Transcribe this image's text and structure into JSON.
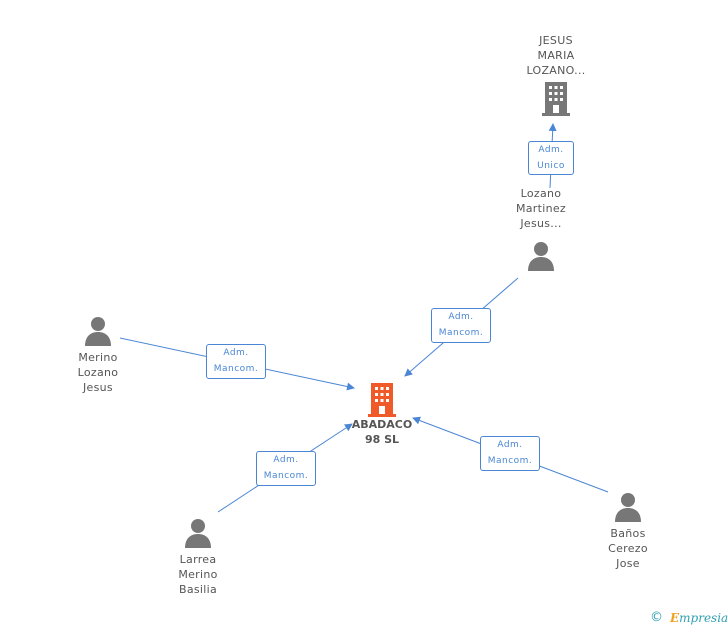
{
  "center": {
    "name_line1": "ABADACO",
    "name_line2": "98 SL"
  },
  "top_company": {
    "line1": "JESUS",
    "line2": "MARIA",
    "line3": "LOZANO..."
  },
  "people": {
    "lozano": {
      "line1": "Lozano",
      "line2": "Martinez",
      "line3": "Jesus..."
    },
    "merino": {
      "line1": "Merino",
      "line2": "Lozano",
      "line3": "Jesus"
    },
    "larrea": {
      "line1": "Larrea",
      "line2": "Merino",
      "line3": "Basilia"
    },
    "banos": {
      "line1": "Baños",
      "line2": "Cerezo",
      "line3": "Jose"
    }
  },
  "relations": {
    "lozano_top": {
      "line1": "Adm.",
      "line2": "Unico"
    },
    "lozano_center": {
      "line1": "Adm.",
      "line2": "Mancom."
    },
    "merino_center": {
      "line1": "Adm.",
      "line2": "Mancom."
    },
    "larrea_center": {
      "line1": "Adm.",
      "line2": "Mancom."
    },
    "banos_center": {
      "line1": "Adm.",
      "line2": "Mancom."
    }
  },
  "footer": {
    "copyright": "©",
    "brand_initial": "E",
    "brand_rest": "mpresia"
  },
  "colors": {
    "center_icon": "#f05a28",
    "company_icon": "#777777",
    "person_icon": "#777777",
    "edge": "#4a86d4"
  }
}
